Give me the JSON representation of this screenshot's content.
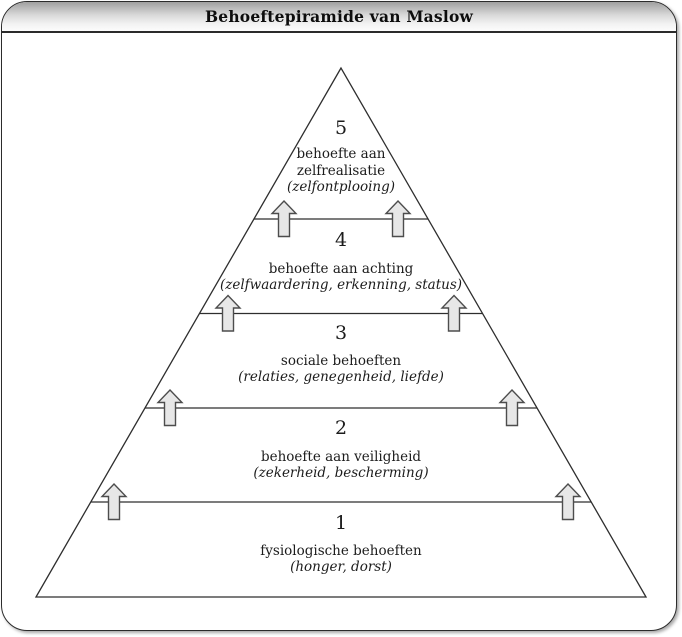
{
  "window": {
    "title": "Behoeftepiramide van Maslow"
  },
  "pyramid": {
    "description": "Five-level needs pyramid, numbered bottom (1) to top (5), with paired upward arrows crossing each level boundary",
    "levels": [
      {
        "number": "5",
        "label": "behoefte aan zelfrealisatie",
        "detail": "(zelfontplooing)"
      },
      {
        "number": "4",
        "label": "behoefte aan achting",
        "detail": "(zelfwaardering, erkenning, status)"
      },
      {
        "number": "3",
        "label": "sociale behoeften",
        "detail": "(relaties, genegenheid, liefde)"
      },
      {
        "number": "2",
        "label": "behoefte aan veiligheid",
        "detail": "(zekerheid, bescherming)"
      },
      {
        "number": "1",
        "label": "fysiologische behoeften",
        "detail": "(honger, dorst)"
      }
    ]
  },
  "icons": {
    "up-arrow-icon": "⇧"
  },
  "colors": {
    "frame_border": "#2b2b2b",
    "titlebar_gradient_top": "#9f9f9f",
    "titlebar_gradient_bottom": "#fcfcfc",
    "line": "#2e2e2e",
    "arrow_fill": "#e7e7e7",
    "arrow_stroke": "#4d4d4d",
    "text": "#1c1c1c",
    "background": "#ffffff"
  }
}
